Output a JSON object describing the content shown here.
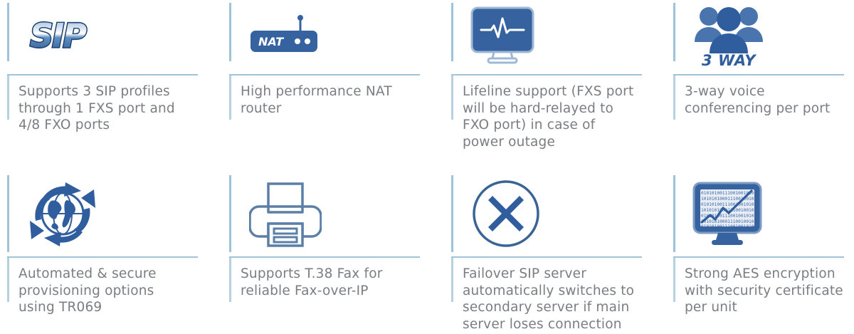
{
  "theme": {
    "rule_color": "#9fc3d8",
    "rule_color_light": "#b4d2e2",
    "text_color": "#7a7d82",
    "icon_blue": "#2f5d9e",
    "icon_blue_light": "#4a74ae",
    "icon_outline": "#5b7fa6",
    "background": "#ffffff"
  },
  "features": [
    {
      "id": "sip-profiles",
      "icon": "sip-logo-icon",
      "icon_label": "SIP",
      "caption": "Supports 3 SIP profiles through 1 FXS port and 4/8 FXO ports"
    },
    {
      "id": "nat-router",
      "icon": "nat-router-icon",
      "icon_label": "NAT",
      "caption": "High performance NAT router"
    },
    {
      "id": "lifeline-support",
      "icon": "monitor-heartbeat-icon",
      "icon_label": "",
      "caption": "Lifeline support (FXS port will be hard-relayed to FXO port) in case of power outage"
    },
    {
      "id": "three-way-conferencing",
      "icon": "three-users-icon",
      "icon_label": "3 WAY",
      "caption": "3-way voice conferencing per port"
    },
    {
      "id": "provisioning",
      "icon": "globe-refresh-icon",
      "icon_label": "",
      "caption": "Automated & secure provisioning options using TR069"
    },
    {
      "id": "fax-support",
      "icon": "printer-fax-icon",
      "icon_label": "",
      "caption": "Supports T.38 Fax for reliable Fax-over-IP"
    },
    {
      "id": "failover-server",
      "icon": "circle-x-icon",
      "icon_label": "",
      "caption": "Failover SIP server automatically switches to secondary server if main server loses connection"
    },
    {
      "id": "aes-encryption",
      "icon": "monitor-binary-chart-icon",
      "icon_label": "",
      "caption": "Strong AES encryption with security certificate per unit"
    }
  ]
}
